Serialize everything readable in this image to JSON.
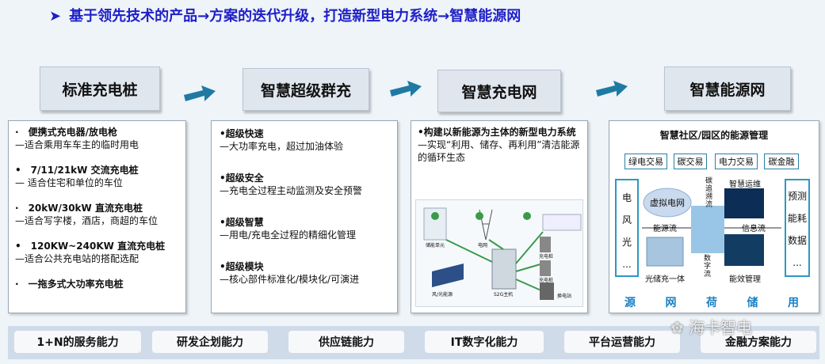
{
  "title": "基于领先技术的产品→方案的迭代升级，打造新型电力系统→智慧能源网",
  "stages": [
    "标准充电桩",
    "智慧超级群充",
    "智慧充电网",
    "智慧能源网"
  ],
  "col1": [
    {
      "head": "便携式充电器/放电枪",
      "desc": "—适合乘用车车主的临时用电"
    },
    {
      "head": "7/11/21kW 交流充电桩",
      "desc": "— 适合住宅和单位的车位"
    },
    {
      "head": "20kW/30kW 直流充电桩",
      "desc": "—适合写字楼，酒店，商超的车位"
    },
    {
      "head": "120KW~240KW 直流充电桩",
      "desc": "—适合公共充电站的搭配选配"
    },
    {
      "head": "一拖多式大功率充电桩",
      "desc": ""
    }
  ],
  "col2": [
    {
      "head": "超级快速",
      "desc": "—大功率充电，超过加油体验"
    },
    {
      "head": "超级安全",
      "desc": "—充电全过程主动监测及安全预警"
    },
    {
      "head": "超级智慧",
      "desc": "—用电/充电全过程的精细化管理"
    },
    {
      "head": "超级模块",
      "desc": "—核心部件标准化/模块化/可演进"
    }
  ],
  "col3": {
    "head": "构建以新能源为主体的新型电力系统",
    "desc": "—实现“利用、储存、再利用”清洁能源的循环生态",
    "diagram_labels": [
      "储能单元",
      "电网",
      "充电桩",
      "充电桩",
      "风/光能源",
      "S2G主机",
      "换电站"
    ]
  },
  "col4": {
    "head": "智慧社区/园区的能源管理",
    "chips": [
      "绿电交易",
      "碳交易",
      "电力交易",
      "碳金融"
    ],
    "left_box": [
      "电",
      "风",
      "光",
      "..."
    ],
    "right_box": [
      "预测",
      "能耗",
      "数据",
      "..."
    ],
    "inner": {
      "virtual": "虚拟电网",
      "energy_flow": "能源流",
      "info_flow": "信息流",
      "carbon_flow": "碳追溯流",
      "digital_flow": "数字流",
      "ops": "智慧运维",
      "solar": "光储充一体",
      "efficiency": "能效管理"
    },
    "bottom": [
      "源",
      "网",
      "荷",
      "储",
      "用"
    ]
  },
  "capabilities": [
    "1+N的服务能力",
    "研发企划能力",
    "供应链能力",
    "IT数字化能力",
    "平台运营能力",
    "金融方案能力"
  ],
  "watermark": "海卡智电",
  "colors": {
    "title": "#1f1fc8",
    "accent": "#2d97c2",
    "arrow": "#1f7aa3"
  }
}
